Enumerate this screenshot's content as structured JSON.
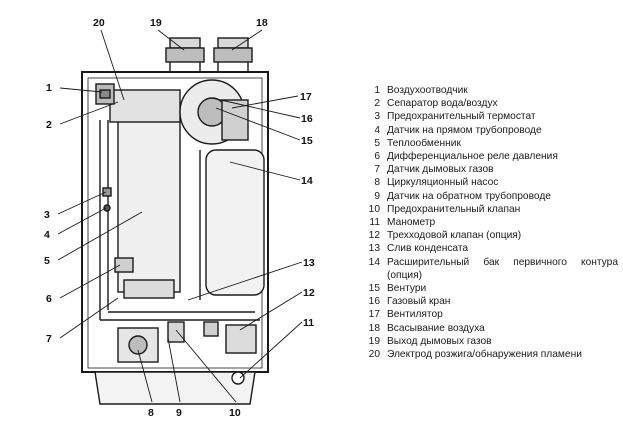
{
  "diagram": {
    "callouts": [
      "1",
      "2",
      "3",
      "4",
      "5",
      "6",
      "7",
      "8",
      "9",
      "10",
      "11",
      "12",
      "13",
      "14",
      "15",
      "16",
      "17",
      "18",
      "19",
      "20"
    ]
  },
  "legend": [
    {
      "num": "1",
      "text": "Воздухоотводчик"
    },
    {
      "num": "2",
      "text": "Сепаратор вода/воздух"
    },
    {
      "num": "3",
      "text": "Предохранительный термостат"
    },
    {
      "num": "4",
      "text": "Датчик на прямом трубопроводе"
    },
    {
      "num": "5",
      "text": "Теплообменник"
    },
    {
      "num": "6",
      "text": "Дифференциальное реле давления"
    },
    {
      "num": "7",
      "text": "Датчик дымовых газов"
    },
    {
      "num": "8",
      "text": "Циркуляционный насос"
    },
    {
      "num": "9",
      "text": "Датчик на обратном трубопроводе"
    },
    {
      "num": "10",
      "text": "Предохранительный клапан"
    },
    {
      "num": "11",
      "text": "Манометр"
    },
    {
      "num": "12",
      "text": "Трехходовой клапан (опция)"
    },
    {
      "num": "13",
      "text": "Слив конденсата"
    },
    {
      "num": "14",
      "text": "Расширительный бак первичного контура (опция)"
    },
    {
      "num": "15",
      "text": "Вентури"
    },
    {
      "num": "16",
      "text": "Газовый кран"
    },
    {
      "num": "17",
      "text": "Вентилятор"
    },
    {
      "num": "18",
      "text": "Всасывание воздуха"
    },
    {
      "num": "19",
      "text": "Выход дымовых газов"
    },
    {
      "num": "20",
      "text": "Электрод розжига/обнаружения пламени"
    }
  ]
}
